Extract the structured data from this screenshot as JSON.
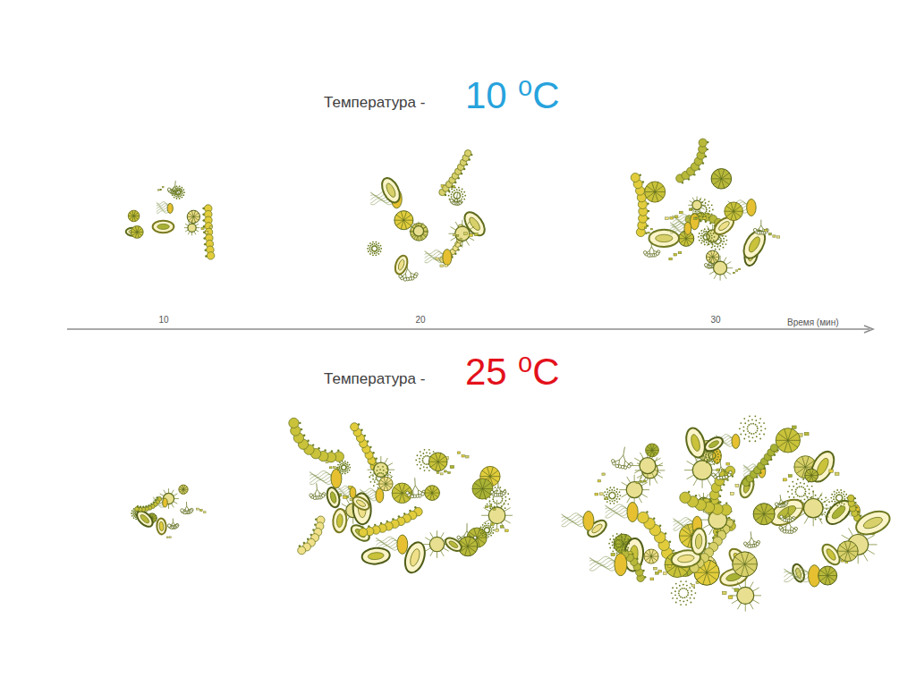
{
  "diagram": {
    "labels": [
      "Температура -",
      "10 ⁰C",
      "10",
      "20",
      "30",
      "Время (мин)",
      "Температура -",
      "25 ⁰C"
    ]
  }
}
